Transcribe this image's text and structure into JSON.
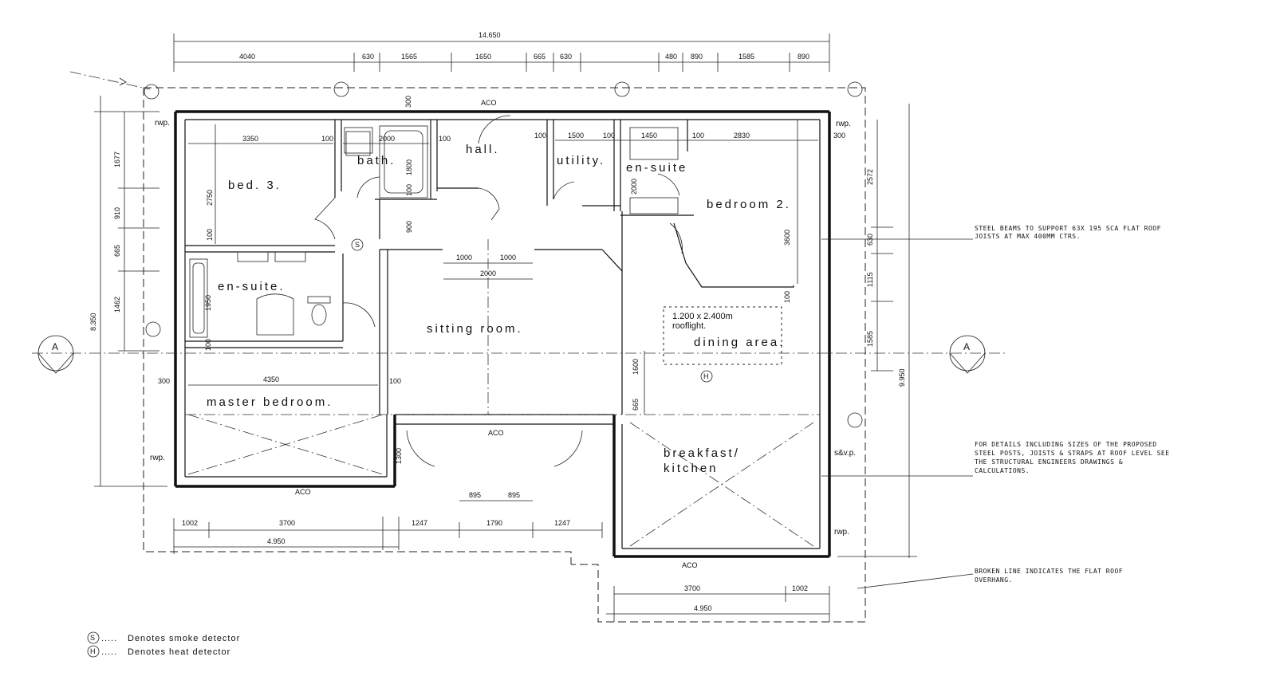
{
  "rooms": {
    "bed3": "bed. 3.",
    "bath": "bath.",
    "hall": "hall.",
    "utility": "utility.",
    "ensuite_top": "en-suite",
    "bedroom2": "bedroom 2.",
    "ensuite_left": "en-suite.",
    "sitting": "sitting room.",
    "dining": "dining area.",
    "master": "master bedroom.",
    "kitchen_l1": "breakfast/",
    "kitchen_l2": "kitchen"
  },
  "rooflight": {
    "line1": "1.200 x 2.400m",
    "line2": "rooflight."
  },
  "labels": {
    "rwp": "rwp.",
    "aco": "ACO",
    "svp": "s&v.p.",
    "smoke_symbol": "S",
    "heat_symbol": "H",
    "section_a": "A"
  },
  "dimensions": {
    "overall_top": "14.650",
    "top_row": [
      "4040",
      "630",
      "1565",
      "1650",
      "665",
      "630",
      "480",
      "890",
      "1585",
      "890"
    ],
    "interior": {
      "d3350": "3350",
      "d100a": "100",
      "d2000a": "2000",
      "d100b": "100",
      "d100c": "100",
      "d1500": "1500",
      "d100d": "100",
      "d1450": "1450",
      "d100e": "100",
      "d2830": "2830",
      "d300r": "300",
      "d300t": "300",
      "d2750": "2750",
      "d1800": "1800",
      "d100f": "100",
      "d2000b": "2000",
      "d900": "900",
      "d100g": "100",
      "d1000a": "1000",
      "d1000b": "1000",
      "d2000c": "2000",
      "d1950": "1950",
      "d100h": "100",
      "d3600": "3600",
      "d100i": "100",
      "d4350": "4350",
      "d300l": "300",
      "d100j": "100",
      "d1600": "1600",
      "d665": "665",
      "d1300": "1300",
      "d895a": "895",
      "d895b": "895"
    },
    "left": [
      "1677",
      "910",
      "665",
      "1462"
    ],
    "left_total": "8.350",
    "right": [
      "2572",
      "630",
      "1115",
      "1585"
    ],
    "right_total": "9.950",
    "bottom_left": [
      "1002",
      "3700",
      "1247",
      "1790",
      "1247"
    ],
    "bottom_left_total": "4.950",
    "bottom_right": [
      "3700",
      "1002"
    ],
    "bottom_right_total": "4.950"
  },
  "notes": {
    "steel_beams": [
      "Steel beams to support 63x 195 SCA flat roof",
      "joists at max 400mm ctrs."
    ],
    "details": [
      "For details including sizes of the proposed",
      "steel posts, joists & straps at roof level see",
      "the structural engineers drawings &",
      "calculations."
    ],
    "broken_line": [
      "Broken line indicates the flat roof",
      "overhang."
    ]
  },
  "legend": {
    "smoke": "Denotes smoke detector",
    "heat": "Denotes heat detector",
    "dots": "....."
  }
}
